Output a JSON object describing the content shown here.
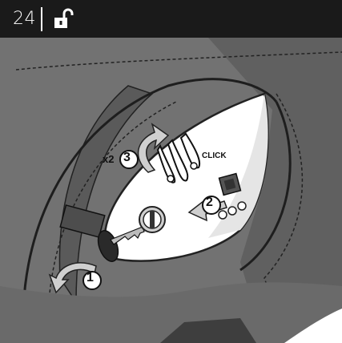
{
  "header": {
    "page_number": "24",
    "icon": "unlock-icon"
  },
  "illustration": {
    "steps": [
      "1",
      "2",
      "3"
    ],
    "multiplier": "x2",
    "click_label": "CLICK"
  },
  "colors": {
    "header_bg": "#1a1a1a",
    "body_gray": "#707070",
    "body_dark": "#505050",
    "panel": "#ffffff"
  }
}
